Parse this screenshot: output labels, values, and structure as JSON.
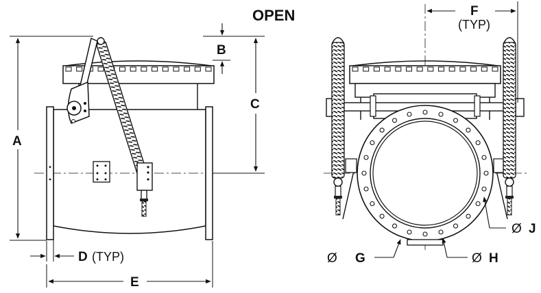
{
  "title": "OPEN",
  "dimensions": {
    "A": "A",
    "B": "B",
    "C": "C",
    "D": "D",
    "D_suffix": "(TYP)",
    "E": "E",
    "F": "F",
    "F_suffix": "(TYP)",
    "G": "G",
    "H": "H",
    "J": "J",
    "diameter_symbol": "Ø"
  },
  "colors": {
    "line": "#111111",
    "background": "#ffffff",
    "body_fill": "#f4f4f4",
    "dark": "#222222"
  }
}
